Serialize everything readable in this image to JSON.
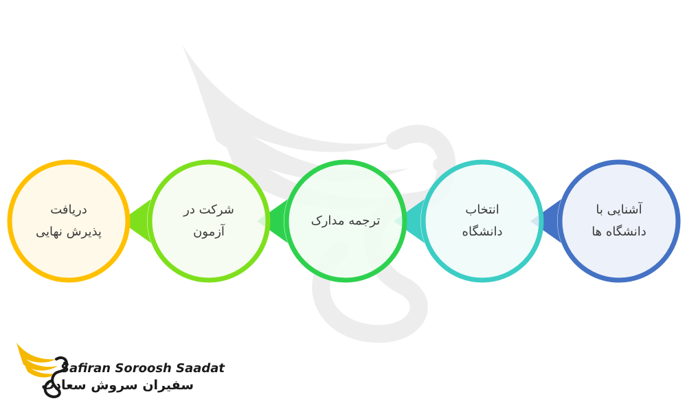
{
  "steps": [
    {
      "label": "آشنایی با\nدانشگاه ها",
      "color": "#4472C4",
      "fill": "#EDF1F9"
    },
    {
      "label": "انتخاب\nدانشگاه",
      "color": "#3CCDC5",
      "fill": "#EEFAF9"
    },
    {
      "label": "ترجمه مدارک",
      "color": "#2ED14E",
      "fill": "#EEFBF1"
    },
    {
      "label": "شرکت در\nآزمون",
      "color": "#7EE01C",
      "fill": "#F5FCEE"
    },
    {
      "label": "دریافت\nپذیرش نهایی",
      "color": "#FFC000",
      "fill": "#FFF9E9"
    }
  ],
  "logo": {
    "english": "Safiran Soroosh Saadat",
    "persian": "سفیران سروش سعادت",
    "wing_color": "#F5B800"
  }
}
